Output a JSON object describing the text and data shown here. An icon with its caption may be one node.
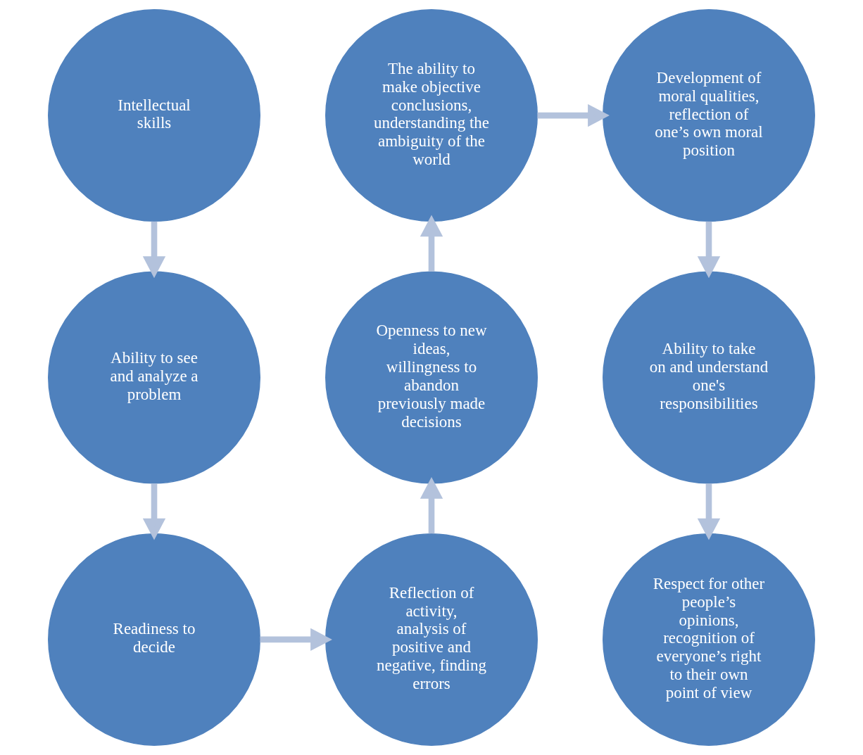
{
  "diagram": {
    "nodes": [
      {
        "text": [
          "Intellectual skills"
        ]
      },
      {
        "text": [
          "Ability to see and analyze a problem"
        ]
      },
      {
        "text": [
          "Readiness to decide"
        ]
      },
      {
        "text": [
          "Reflection of activity, analysis of positive and negative, finding errors"
        ]
      },
      {
        "text": [
          "Openness to new ideas, willingness to abandon previously made decisions"
        ]
      },
      {
        "text": [
          "The ability to make objective conclusions, understanding the ambiguity of the world"
        ]
      },
      {
        "text": [
          "Development of moral qualities, reflection of one’s own moral position"
        ]
      },
      {
        "text": [
          "Ability to take on and understand one's responsibilities"
        ]
      },
      {
        "text": [
          "Respect for other people’s opinions, recognition of everyone’s right to their own point of view"
        ]
      }
    ],
    "edges": [
      {
        "from": 0,
        "to": 1,
        "arrow": "to"
      },
      {
        "from": 1,
        "to": 2,
        "arrow": "to"
      },
      {
        "from": 2,
        "to": 3,
        "arrow": "to"
      },
      {
        "from": 3,
        "to": 4,
        "arrow": "to"
      },
      {
        "from": 4,
        "to": 5,
        "arrow": "to"
      },
      {
        "from": 5,
        "to": 6,
        "arrow": "to"
      },
      {
        "from": 6,
        "to": 7,
        "arrow": "to"
      },
      {
        "from": 7,
        "to": 8,
        "arrow": "to"
      }
    ]
  }
}
